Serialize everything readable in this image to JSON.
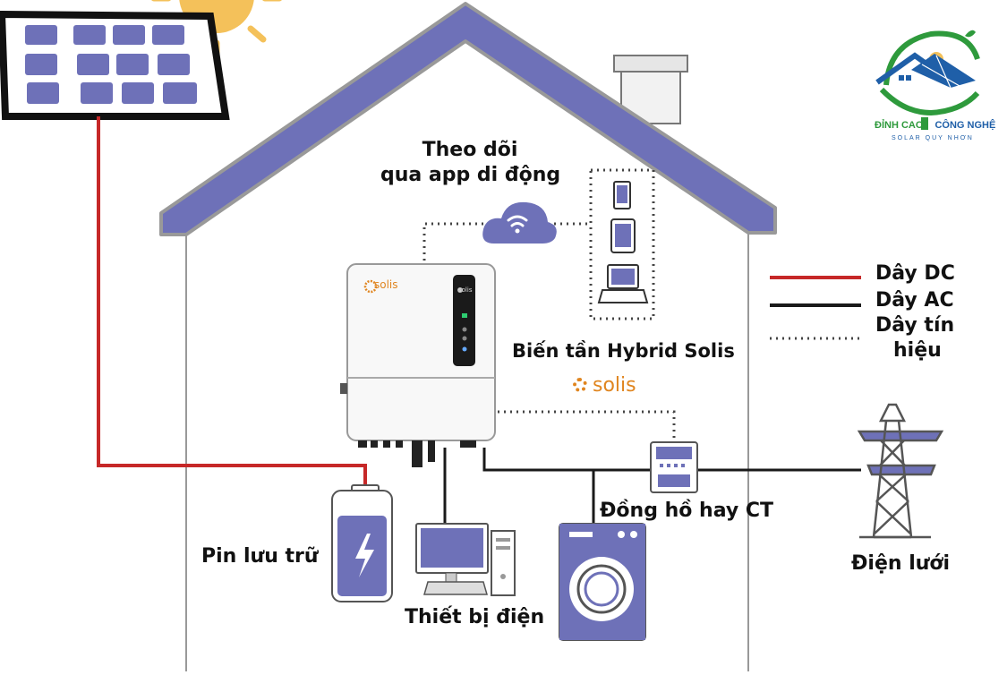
{
  "labels": {
    "monitor_line1": "Theo dõi",
    "monitor_line2": "qua app di động",
    "inverter": "Biến tần Hybrid Solis",
    "battery": "Pin lưu trữ",
    "devices": "Thiết bị điện",
    "meter": "Đồng hồ hay CT",
    "grid": "Điện lưới"
  },
  "legend": {
    "dc": "Dây DC",
    "ac": "Dây AC",
    "signal_line1": "Dây tín",
    "signal_line2": "hiệu"
  },
  "inverter_brand": "solis",
  "brand_logo": {
    "name_part1": "ĐỈNH CAO",
    "name_part2": "CÔNG NGHỆ",
    "tagline": "SOLAR QUY NHƠN"
  },
  "colors": {
    "dc_wire": "#c62828",
    "ac_wire": "#1a1a1a",
    "accent_purple": "#7b7fc1",
    "solis_orange": "#e0851f",
    "logo_green": "#2e9a3c",
    "logo_blue": "#1f5fa8"
  },
  "icons": [
    "sun-icon",
    "solar-panel-icon",
    "cloud-wifi-icon",
    "phone-icon",
    "tablet-icon",
    "laptop-icon",
    "battery-icon",
    "computer-icon",
    "washing-machine-icon",
    "energy-meter-icon",
    "power-tower-icon"
  ]
}
